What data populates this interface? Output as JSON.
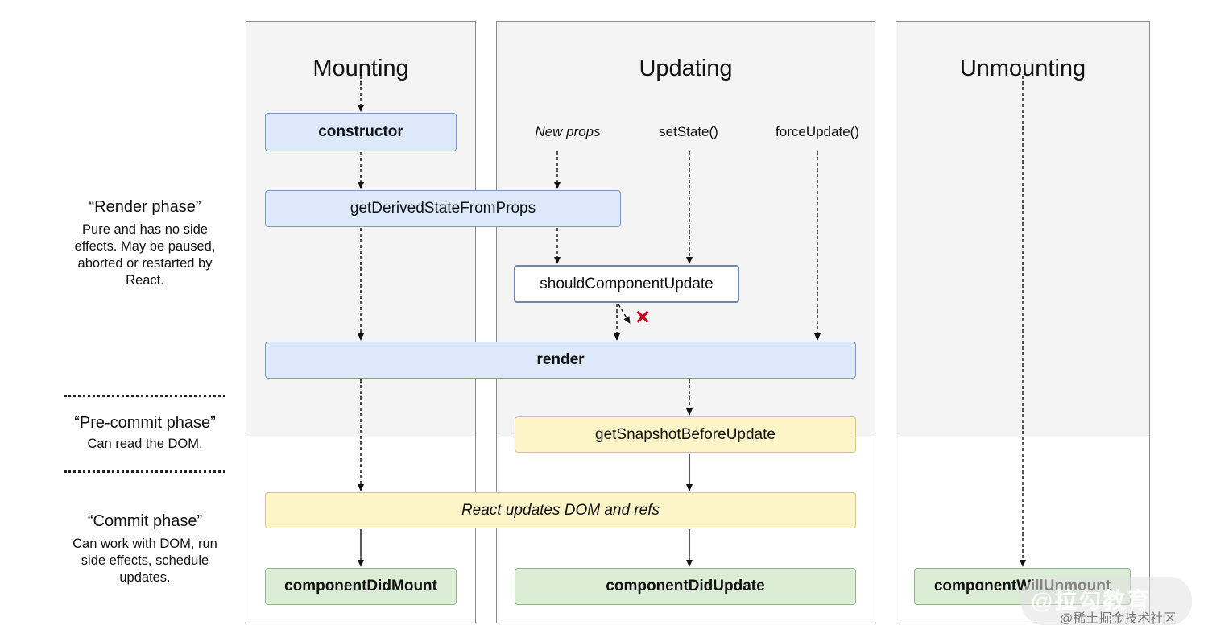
{
  "columns": {
    "mounting": "Mounting",
    "updating": "Updating",
    "unmounting": "Unmounting"
  },
  "phases": {
    "render": {
      "title": "“Render phase”",
      "desc": "Pure and has no side effects. May be paused, aborted or restarted by React."
    },
    "precommit": {
      "title": "“Pre-commit phase”",
      "desc": "Can read the DOM."
    },
    "commit": {
      "title": "“Commit phase”",
      "desc": "Can work with DOM, run side effects, schedule updates."
    }
  },
  "triggers": {
    "new_props": "New props",
    "set_state": "setState()",
    "force_update": "forceUpdate()"
  },
  "boxes": {
    "constructor": "constructor",
    "get_derived": "getDerivedStateFromProps",
    "should_update": "shouldComponentUpdate",
    "render": "render",
    "get_snapshot": "getSnapshotBeforeUpdate",
    "react_updates": "React updates DOM and refs",
    "did_mount": "componentDidMount",
    "did_update": "componentDidUpdate",
    "will_unmount": "componentWillUnmount"
  },
  "skip_mark": "✕",
  "watermark": {
    "line1": "@拉勾教育",
    "line2": "@稀土掘金技术社区"
  },
  "colors": {
    "render_phase_boxes": "#dbe9fb",
    "commit_phase_boxes": "#fdf4c8",
    "lifecycle_done_boxes": "#dbecd5",
    "skip_mark": "#d0021b"
  }
}
